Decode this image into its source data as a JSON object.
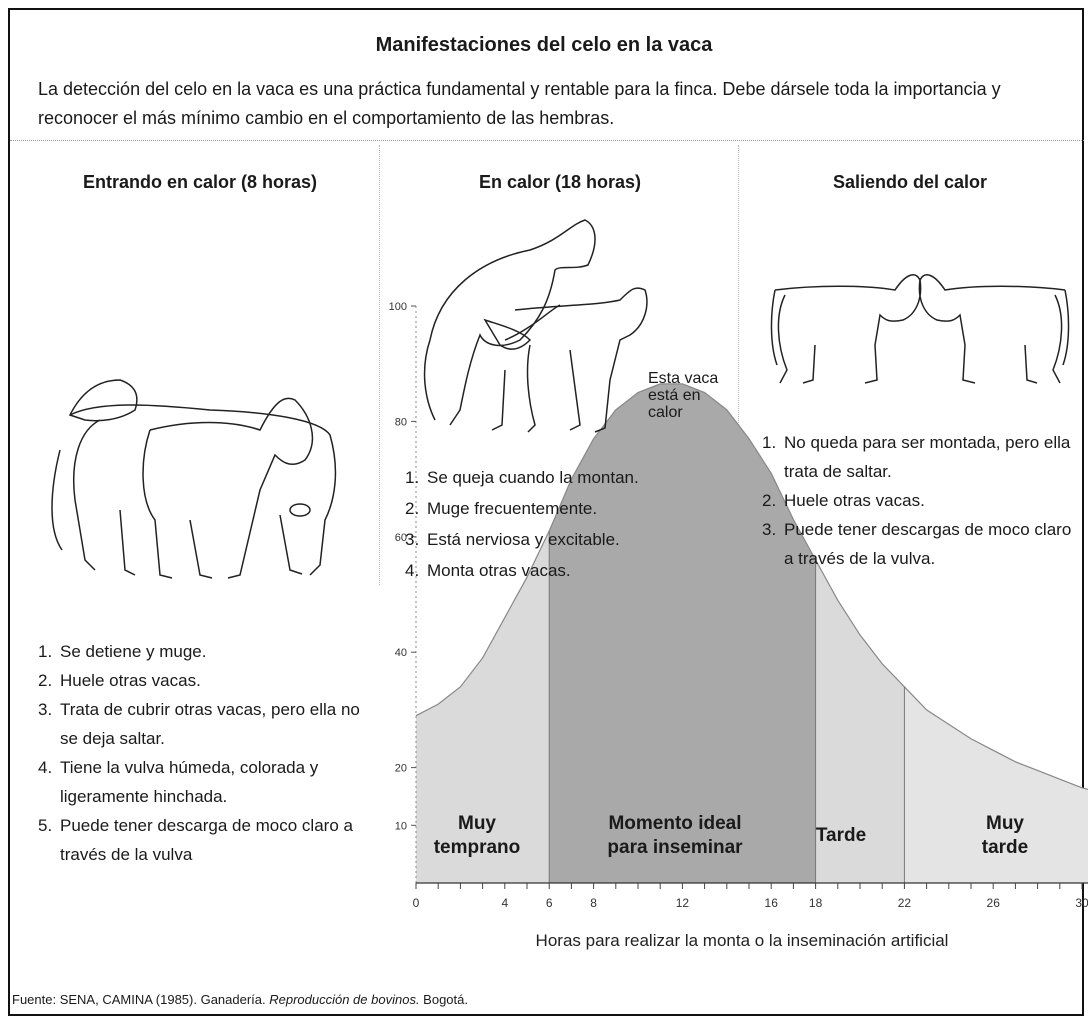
{
  "title": "Manifestaciones del celo en la vaca",
  "intro": "La detección del celo en la vaca es una práctica fundamental y rentable para la finca. Debe dársele toda la importancia y reconocer el más mínimo cambio en el comportamiento de las hembras.",
  "columns": [
    {
      "title": "Entrando en calor (8 horas)",
      "items": [
        "Se detiene y muge.",
        "Huele otras vacas.",
        "Trata de cubrir otras vacas, pero ella no se deja saltar.",
        "Tiene la vulva húmeda, colorada y ligeramente hinchada.",
        "Puede tener descarga de moco claro a través de la vulva"
      ]
    },
    {
      "title": "En calor (18 horas)",
      "note": "Esta vaca está en calor",
      "items": [
        "Se queja cuando la montan.",
        "Muge frecuentemente.",
        "Está nerviosa y excitable.",
        "Monta otras vacas."
      ]
    },
    {
      "title": "Saliendo del calor",
      "items": [
        "No queda para ser montada, pero ella trata de saltar.",
        "Huele otras vacas.",
        "Puede tener descargas de moco claro a través de la vulva."
      ]
    }
  ],
  "chart_data": {
    "type": "area",
    "xlabel": "Horas para realizar la monta o la inseminación artificial",
    "ylabel": "",
    "x_ticks": [
      0,
      4,
      6,
      8,
      12,
      16,
      18,
      22,
      26,
      30
    ],
    "y_ticks": [
      10,
      20,
      40,
      60,
      80,
      100
    ],
    "x": [
      0,
      1,
      2,
      3,
      4,
      5,
      6,
      7,
      8,
      9,
      10,
      11,
      12,
      13,
      14,
      15,
      16,
      17,
      18,
      19,
      20,
      21,
      22,
      23,
      24,
      25,
      26,
      27,
      28,
      29,
      30,
      31
    ],
    "y": [
      29,
      31,
      34,
      39,
      46,
      53,
      61,
      70,
      77,
      82,
      85,
      86.5,
      86.5,
      85,
      82,
      77,
      71,
      63,
      56,
      49,
      43,
      38,
      34,
      30,
      27.5,
      25,
      23,
      21,
      19.5,
      18,
      16.5,
      15.5
    ],
    "regions": [
      {
        "label_1": "Muy",
        "label_2": "temprano",
        "from": 0,
        "to": 6,
        "shade": "#dadada"
      },
      {
        "label_1": "Momento ideal",
        "label_2": "para inseminar",
        "from": 6,
        "to": 18,
        "shade": "#a9a9a9"
      },
      {
        "label_1": "Tarde",
        "label_2": "",
        "from": 18,
        "to": 22,
        "shade": "#dadada"
      },
      {
        "label_1": "Muy",
        "label_2": "tarde",
        "from": 22,
        "to": 31,
        "shade": "#e4e4e4"
      }
    ]
  },
  "source": {
    "prefix": "Fuente: SENA, CAMINA (1985). Ganadería. ",
    "italic": "Reproducción de bovinos.",
    "suffix": " Bogotá."
  }
}
